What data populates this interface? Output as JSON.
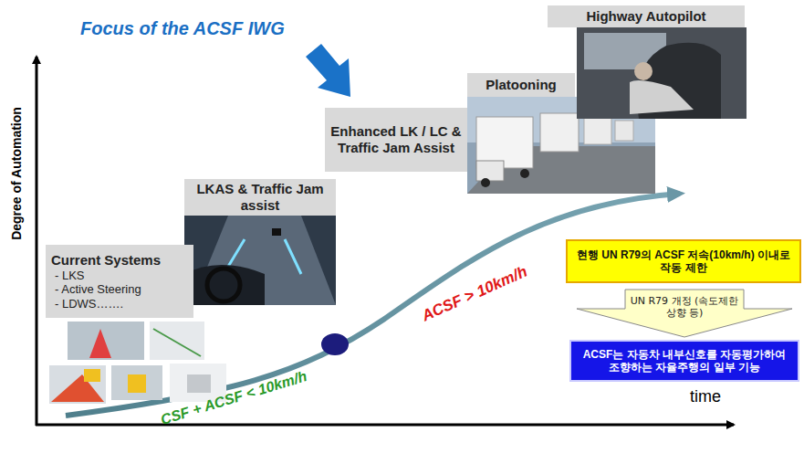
{
  "diagram": {
    "nodes": [
      {
        "text": [
          "Current Systems",
          "- LKS",
          "- Active Steering",
          "- LDWS……."
        ]
      },
      {
        "text": [
          "LKAS & Traffic Jam assist"
        ]
      },
      {
        "text": [
          "Enhanced LK / LC & Traffic Jam Assist"
        ]
      },
      {
        "text": [
          "Platooning"
        ]
      },
      {
        "text": [
          "Highway Autopilot"
        ]
      },
      {
        "text": [
          "현행 UN R79의 ACSF 저속(10km/h) 이내로 작동 제한"
        ]
      },
      {
        "text": [
          "UN R79 개정 (속도제한 상향 등)"
        ]
      },
      {
        "text": [
          "ACSF는 자동차 내부신호를 자동평가하여 조향하는 자율주행의 일부 기능"
        ]
      }
    ],
    "labels": [
      "Focus of the ACSF IWG",
      "Degree of Automation",
      "time",
      "ACSF > 10km/h",
      "CSF + ACSF < 10km/h"
    ]
  }
}
